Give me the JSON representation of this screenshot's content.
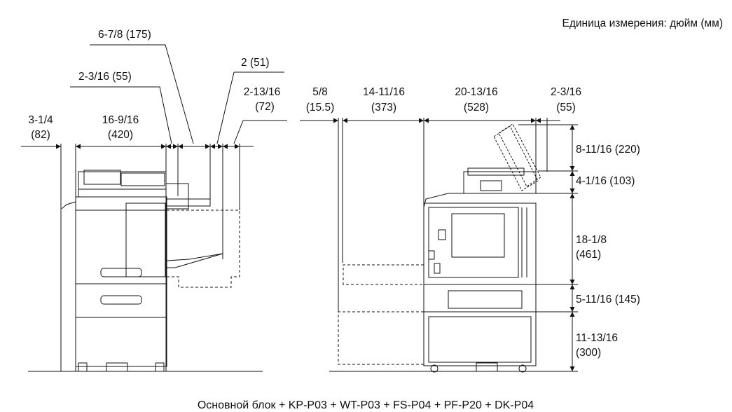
{
  "units_note": "Единица измерения: дюйм (мм)",
  "caption": "Основной блок + KP-P03 + WT-P03 + FS-P04 + PF-P20 + DK-P04",
  "front_view": {
    "dims": [
      {
        "id": "left-overhang",
        "line1": "3-1/4",
        "line2": "(82)"
      },
      {
        "id": "body-width",
        "line1": "16-9/16",
        "line2": "(420)"
      },
      {
        "id": "gap-55",
        "line1": "2-3/16 (55)"
      },
      {
        "id": "tray-175",
        "line1": "6-7/8 (175)"
      },
      {
        "id": "gap-51",
        "line1": "2 (51)"
      },
      {
        "id": "gap-72",
        "line1": "2-13/16",
        "line2": "(72)"
      }
    ]
  },
  "side_view": {
    "dims": [
      {
        "id": "rear-15",
        "line1": "5/8",
        "line2": "(15.5)"
      },
      {
        "id": "depth-373",
        "line1": "14-11/16",
        "line2": "(373)"
      },
      {
        "id": "depth-528",
        "line1": "20-13/16",
        "line2": "(528)"
      },
      {
        "id": "front-55",
        "line1": "2-3/16",
        "line2": "(55)"
      }
    ],
    "heights": [
      {
        "id": "h-220",
        "line1": "8-11/16 (220)"
      },
      {
        "id": "h-103",
        "line1": "4-1/16 (103)"
      },
      {
        "id": "h-461",
        "line1": "18-1/8",
        "line2": "(461)"
      },
      {
        "id": "h-145",
        "line1": "5-11/16 (145)"
      },
      {
        "id": "h-300",
        "line1": "11-13/16",
        "line2": "(300)"
      }
    ]
  }
}
